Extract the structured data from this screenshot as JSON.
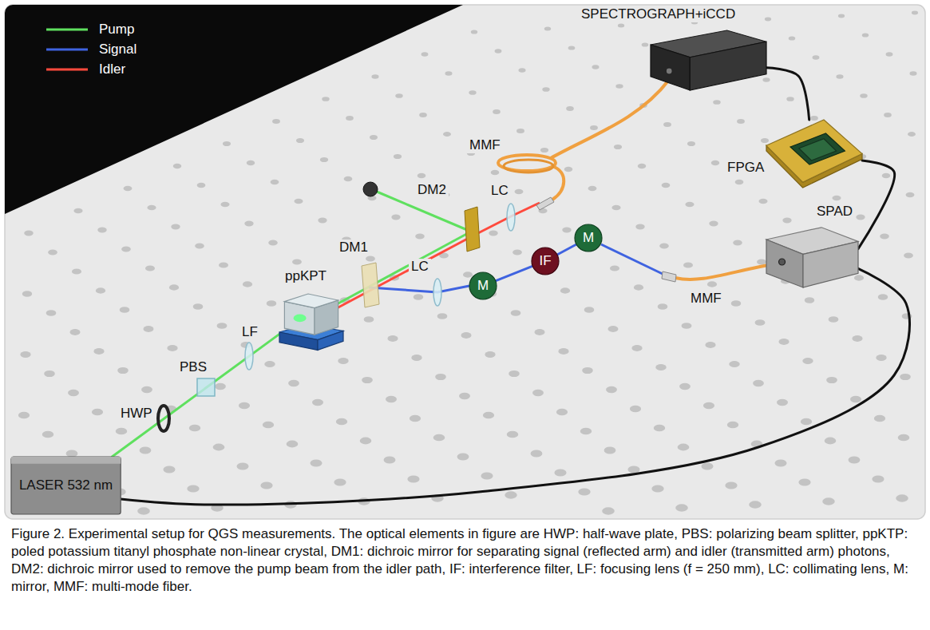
{
  "diagram": {
    "caption": "Figure 2. Experimental setup for QGS measurements. The optical elements in figure are HWP: half-wave plate, PBS: polarizing beam splitter, ppKTP: poled potassium titanyl phosphate non-linear crystal, DM1: dichroic mirror for separating signal (reflected arm) and idler (transmitted arm) photons, DM2: dichroic mirror used to remove the pump beam from the idler path, IF: interference filter, LF: focusing lens (f = 250 mm), LC: collimating lens, M: mirror, MMF: multi-mode fiber.",
    "nodes": [
      {
        "text": [
          "SPECTROGRAPH+iCCD"
        ]
      },
      {
        "text": [
          "FPGA"
        ]
      },
      {
        "text": [
          "SPAD"
        ]
      },
      {
        "text": [
          "ppKPT"
        ]
      },
      {
        "text": [
          "M"
        ]
      },
      {
        "text": [
          "IF"
        ]
      },
      {
        "text": [
          "M"
        ]
      },
      {
        "text": [
          "LASER 532 nm"
        ]
      }
    ],
    "edges": [
      {
        "from": 7,
        "to": 3,
        "arrow": "none"
      },
      {
        "from": 4,
        "to": 5,
        "arrow": "none"
      },
      {
        "from": 5,
        "to": 6,
        "arrow": "none"
      },
      {
        "from": 7,
        "to": 2,
        "arrow": "none"
      },
      {
        "from": 2,
        "to": 1,
        "arrow": "none"
      },
      {
        "from": 1,
        "to": 0,
        "arrow": "none"
      }
    ],
    "labels": [
      "HWP",
      "PBS",
      "LF",
      "DM1",
      "DM2",
      "LC",
      "LC",
      "MMF",
      "MMF"
    ],
    "legend": [
      {
        "text": "Pump"
      },
      {
        "text": "Signal"
      },
      {
        "text": "Idler"
      }
    ]
  }
}
